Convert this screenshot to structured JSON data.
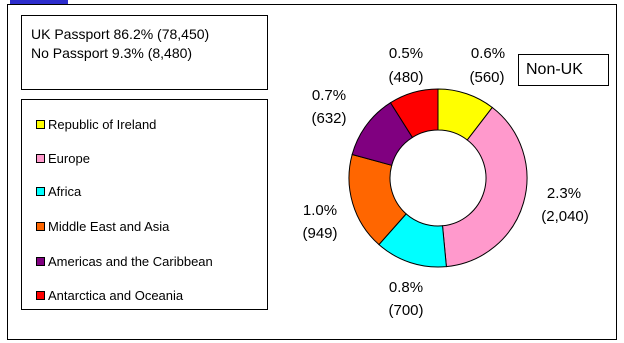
{
  "summary": {
    "uk_line": "UK Passport 86.2% (78,450)",
    "no_line": "No Passport 9.3% (8,480)"
  },
  "group_label": "Non-UK",
  "chart_data": {
    "type": "pie",
    "donut": true,
    "legend_position": "left",
    "series": [
      {
        "name": "Republic of Ireland",
        "value": 560,
        "percent_label": "0.6%",
        "count_label": "(560)",
        "color": "#ffff00"
      },
      {
        "name": "Europe",
        "value": 2040,
        "percent_label": "2.3%",
        "count_label": "(2,040)",
        "color": "#ff99cc"
      },
      {
        "name": "Africa",
        "value": 700,
        "percent_label": "0.8%",
        "count_label": "(700)",
        "color": "#00ffff"
      },
      {
        "name": "Middle East and Asia",
        "value": 949,
        "percent_label": "1.0%",
        "count_label": "(949)",
        "color": "#ff6600"
      },
      {
        "name": "Americas and the Caribbean",
        "value": 632,
        "percent_label": "0.7%",
        "count_label": "(632)",
        "color": "#800080"
      },
      {
        "name": "Antarctica and Oceania",
        "value": 480,
        "percent_label": "0.5%",
        "count_label": "(480)",
        "color": "#ff0000"
      }
    ]
  }
}
